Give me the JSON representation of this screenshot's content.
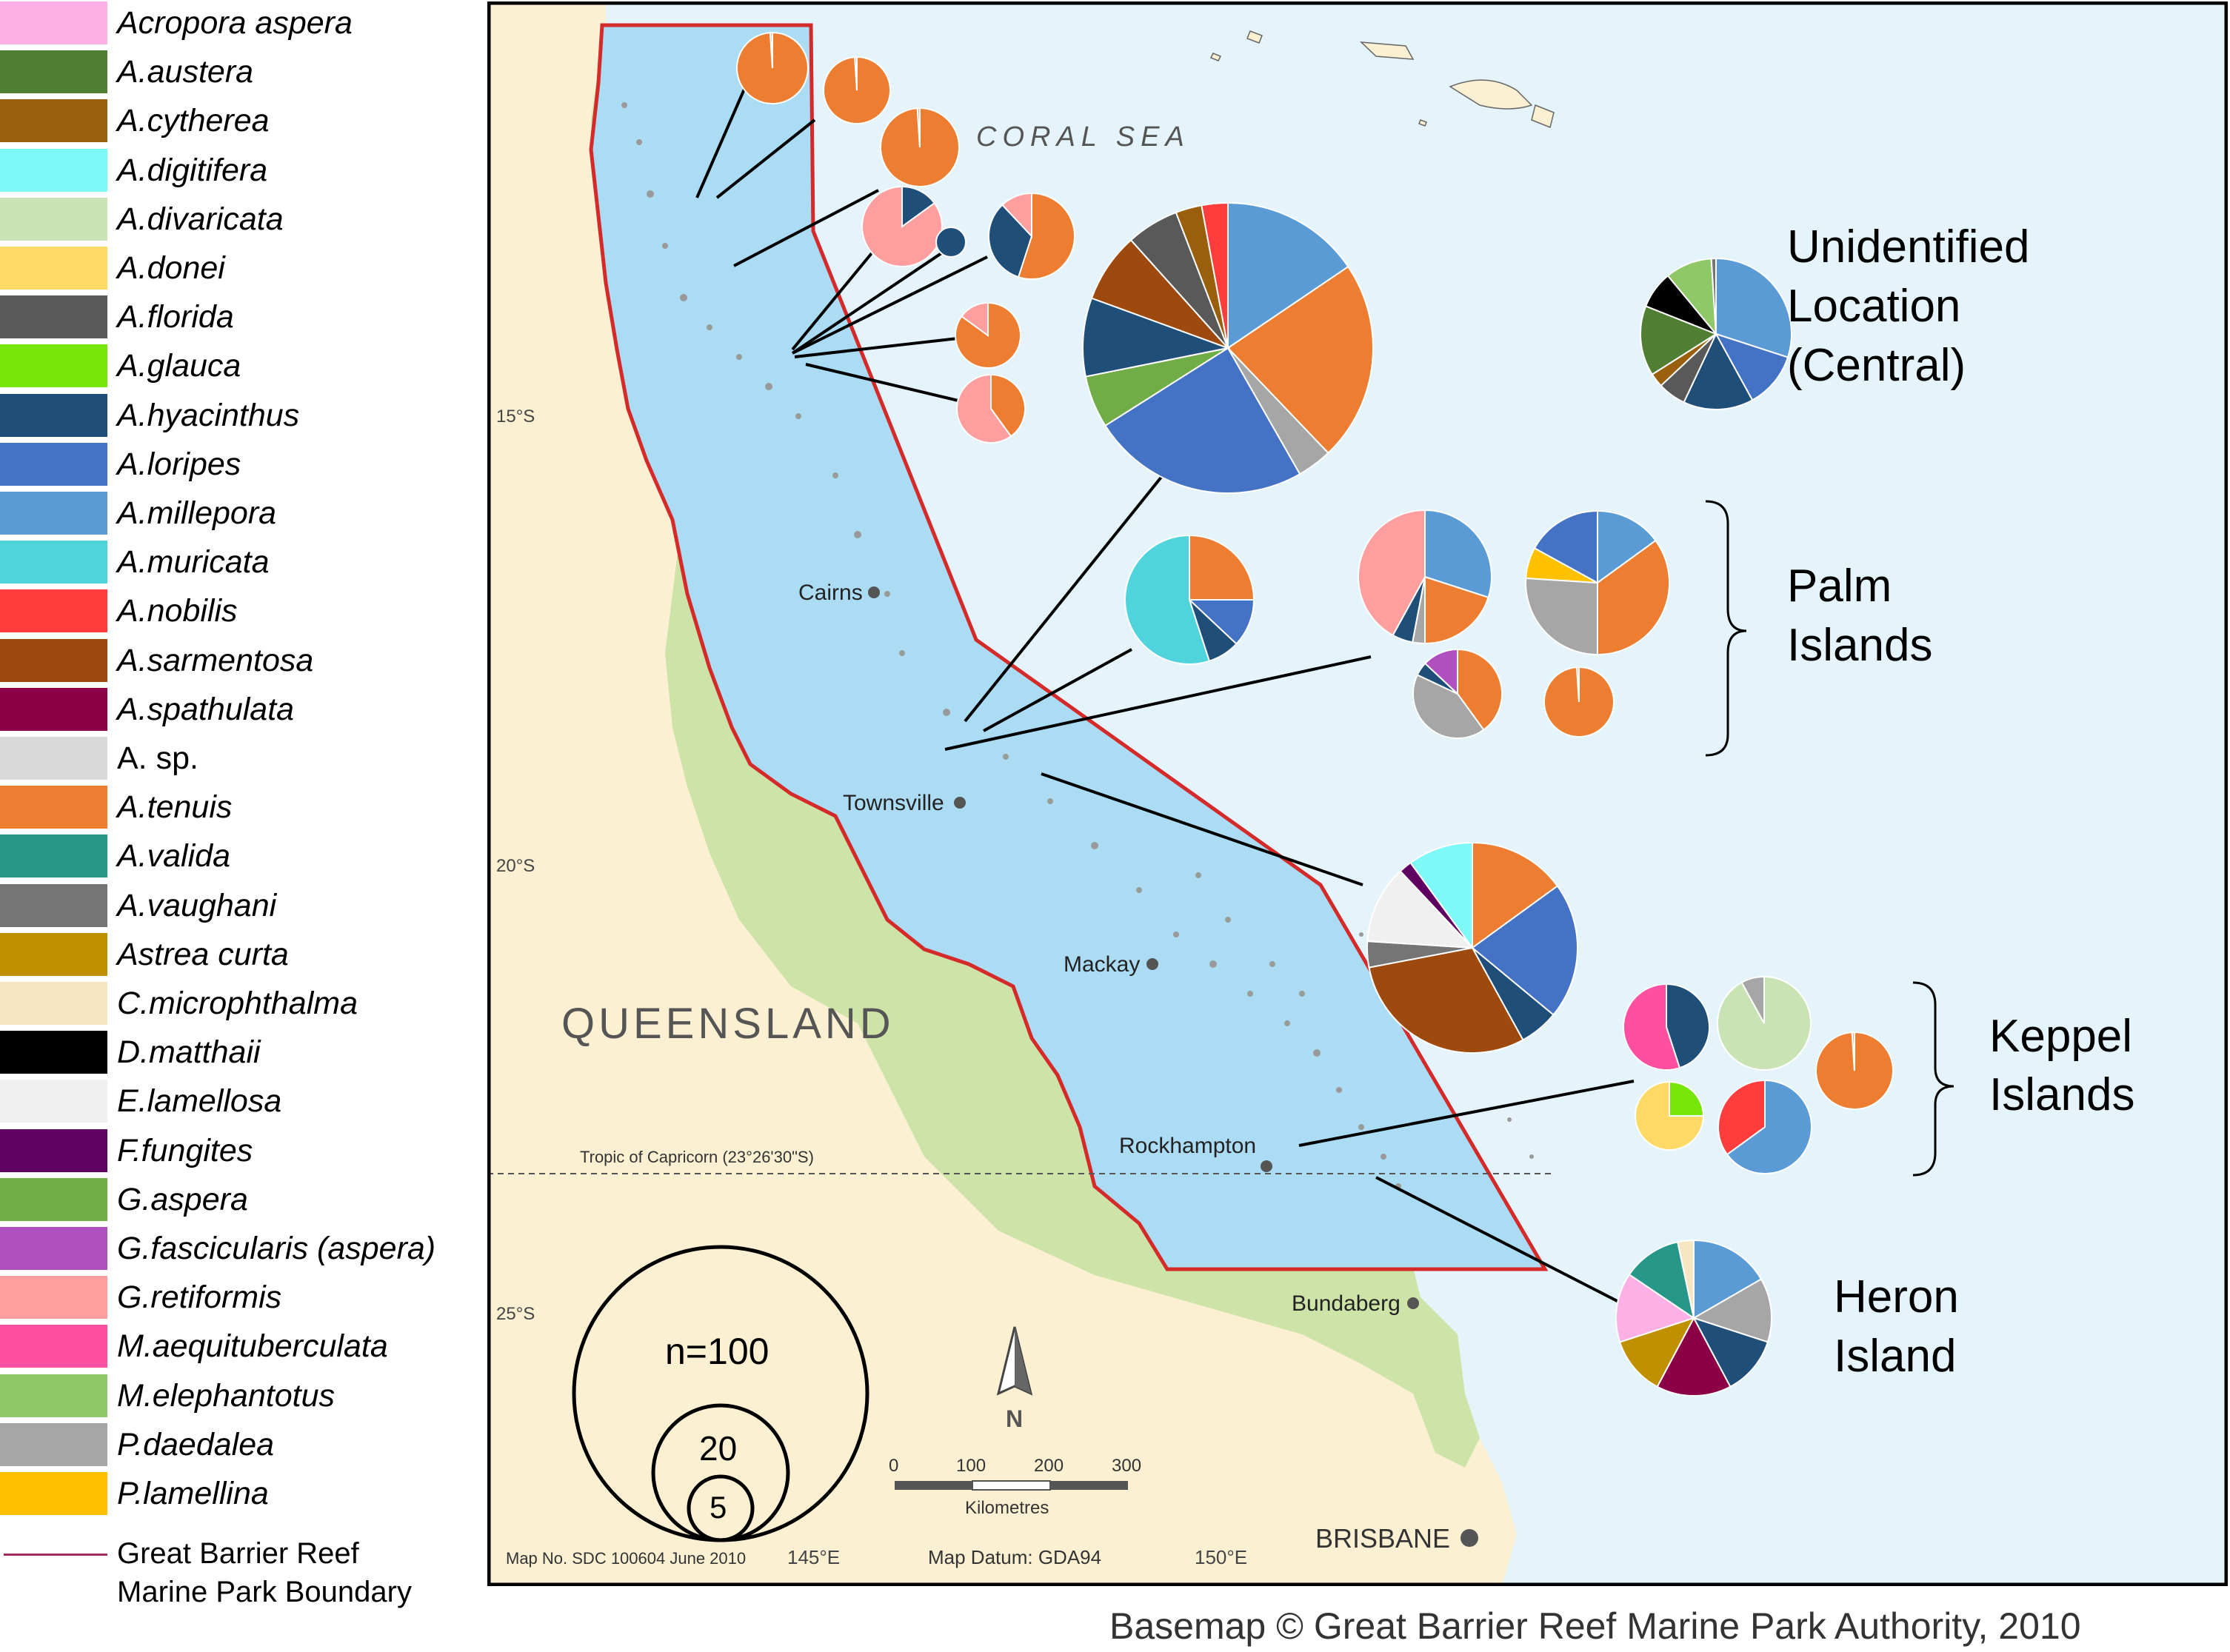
{
  "legend": {
    "items": [
      {
        "label": "Acropora aspera",
        "color": "#fdb0e6"
      },
      {
        "label": "A.austera",
        "color": "#507e33"
      },
      {
        "label": "A.cytherea",
        "color": "#9a5f0c"
      },
      {
        "label": "A.digitifera",
        "color": "#7dfaf8"
      },
      {
        "label": "A.divaricata",
        "color": "#c9e3b5"
      },
      {
        "label": "A.donei",
        "color": "#ffd966"
      },
      {
        "label": "A.florida",
        "color": "#595959"
      },
      {
        "label": "A.glauca",
        "color": "#77e60a"
      },
      {
        "label": "A.hyacinthus",
        "color": "#1f4e79"
      },
      {
        "label": "A.loripes",
        "color": "#4472c4"
      },
      {
        "label": "A.millepora",
        "color": "#5b9bd5"
      },
      {
        "label": "A.muricata",
        "color": "#4fd4dc"
      },
      {
        "label": "A.nobilis",
        "color": "#ff3d3d"
      },
      {
        "label": "A.sarmentosa",
        "color": "#9e4a0f"
      },
      {
        "label": "A.spathulata",
        "color": "#8b0046"
      },
      {
        "label": "A. sp.",
        "color": "#d9d9d9"
      },
      {
        "label": "A.tenuis",
        "color": "#ed7d31"
      },
      {
        "label": "A.valida",
        "color": "#279789"
      },
      {
        "label": "A.vaughani",
        "color": "#757575"
      },
      {
        "label": "Astrea curta",
        "color": "#bf9000"
      },
      {
        "label": "C.microphthalma",
        "color": "#f7e6c2"
      },
      {
        "label": "D.matthaii",
        "color": "#000000"
      },
      {
        "label": "E.lamellosa",
        "color": "#f0f0f0"
      },
      {
        "label": "F.fungites",
        "color": "#600060"
      },
      {
        "label": "G.aspera",
        "color": "#70ad47"
      },
      {
        "label": "G.fascicularis (aspera)",
        "color": "#b04fc0"
      },
      {
        "label": "G.retiformis",
        "color": "#ff9e9e"
      },
      {
        "label": "M.aequituberculata",
        "color": "#ff4fa0"
      },
      {
        "label": "M.elephantotus",
        "color": "#8fc866"
      },
      {
        "label": "P.daedalea",
        "color": "#a6a6a6"
      },
      {
        "label": "P.lamellina",
        "color": "#ffc000"
      }
    ],
    "boundary_line1": "Great Barrier Reef",
    "boundary_line2": "Marine Park Boundary",
    "boundary_color": "#a0285a"
  },
  "map": {
    "sea_label": "CORAL SEA",
    "state_label": "QUEENSLAND",
    "tropic_label": "Tropic of Capricorn (23°26'30\"S)",
    "latitudes": [
      "15°S",
      "20°S",
      "25°S"
    ],
    "longitudes": [
      "145°E",
      "150°E"
    ],
    "cities": [
      "Cairns",
      "Townsville",
      "Mackay",
      "Rockhampton",
      "Bundaberg",
      "BRISBANE"
    ],
    "map_no": "Map No. SDC 100604 June 2010",
    "datum": "Map Datum: GDA94",
    "north": "N",
    "scale": {
      "ticks": [
        "0",
        "100",
        "200",
        "300"
      ],
      "unit": "Kilometres"
    },
    "size_key": [
      "n=100",
      "20",
      "5"
    ],
    "groups": {
      "unidentified": [
        "Unidentified",
        "Location",
        "(Central)"
      ],
      "palm": [
        "Palm",
        "Islands"
      ],
      "keppel": [
        "Keppel",
        "Islands"
      ],
      "heron": [
        "Heron",
        "Island"
      ]
    },
    "colors": {
      "land": "#fbf0d2",
      "park_land": "#cde3a8",
      "sea": "#e5f4fb",
      "park": "#abdcf4",
      "boundary": "#d42a2a"
    }
  },
  "pies": [
    {
      "slices": [
        {
          "species": "A.tenuis",
          "value": 99
        },
        {
          "species": "G.retiformis",
          "value": 1
        }
      ]
    },
    {
      "slices": [
        {
          "species": "A.tenuis",
          "value": 99
        },
        {
          "species": "G.retiformis",
          "value": 1
        }
      ]
    },
    {
      "slices": [
        {
          "species": "A.tenuis",
          "value": 99
        },
        {
          "species": "G.retiformis",
          "value": 1
        }
      ]
    },
    {
      "slices": [
        {
          "species": "A.hyacinthus",
          "value": 15
        },
        {
          "species": "G.retiformis",
          "value": 85
        }
      ]
    },
    {
      "slices": [
        {
          "species": "A.hyacinthus",
          "value": 100
        }
      ]
    },
    {
      "slices": [
        {
          "species": "A.tenuis",
          "value": 55
        },
        {
          "species": "A.hyacinthus",
          "value": 33
        },
        {
          "species": "G.retiformis",
          "value": 12
        }
      ]
    },
    {
      "slices": [
        {
          "species": "A.tenuis",
          "value": 85
        },
        {
          "species": "G.retiformis",
          "value": 15
        }
      ]
    },
    {
      "slices": [
        {
          "species": "A.tenuis",
          "value": 40
        },
        {
          "species": "G.retiformis",
          "value": 60
        }
      ]
    },
    {
      "slices": [
        {
          "species": "A.millepora",
          "value": 16
        },
        {
          "species": "A.tenuis",
          "value": 23
        },
        {
          "species": "P.daedalea",
          "value": 4
        },
        {
          "species": "A.loripes",
          "value": 25
        },
        {
          "species": "G.aspera",
          "value": 6
        },
        {
          "species": "A.hyacinthus",
          "value": 9
        },
        {
          "species": "A.sarmentosa",
          "value": 8
        },
        {
          "species": "A.florida",
          "value": 6
        },
        {
          "species": "A.cytherea",
          "value": 3
        },
        {
          "species": "A.nobilis",
          "value": 3
        }
      ]
    },
    {
      "slices": [
        {
          "species": "A.millepora",
          "value": 30
        },
        {
          "species": "A.loripes",
          "value": 12
        },
        {
          "species": "A.hyacinthus",
          "value": 15
        },
        {
          "species": "A.florida",
          "value": 6
        },
        {
          "species": "A.cytherea",
          "value": 3
        },
        {
          "species": "A.austera",
          "value": 15
        },
        {
          "species": "D.matthaii",
          "value": 8
        },
        {
          "species": "M.elephantotus",
          "value": 10
        },
        {
          "species": "A.vaughani",
          "value": 1
        }
      ]
    },
    {
      "slices": [
        {
          "species": "A.tenuis",
          "value": 25
        },
        {
          "species": "A.loripes",
          "value": 12
        },
        {
          "species": "A.hyacinthus",
          "value": 8
        },
        {
          "species": "A.muricata",
          "value": 55
        }
      ]
    },
    {
      "slices": [
        {
          "species": "A.millepora",
          "value": 30
        },
        {
          "species": "A.tenuis",
          "value": 20
        },
        {
          "species": "P.daedalea",
          "value": 3
        },
        {
          "species": "A.hyacinthus",
          "value": 5
        },
        {
          "species": "G.retiformis",
          "value": 42
        }
      ]
    },
    {
      "slices": [
        {
          "species": "A.millepora",
          "value": 15
        },
        {
          "species": "A.tenuis",
          "value": 35
        },
        {
          "species": "P.daedalea",
          "value": 26
        },
        {
          "species": "P.lamellina",
          "value": 7
        },
        {
          "species": "A.loripes",
          "value": 17
        }
      ]
    },
    {
      "slices": [
        {
          "species": "A.tenuis",
          "value": 40
        },
        {
          "species": "P.daedalea",
          "value": 42
        },
        {
          "species": "A.hyacinthus",
          "value": 5
        },
        {
          "species": "G.fascicularis (aspera)",
          "value": 13
        }
      ]
    },
    {
      "slices": [
        {
          "species": "A.tenuis",
          "value": 99
        },
        {
          "species": "G.retiformis",
          "value": 1
        }
      ]
    },
    {
      "slices": [
        {
          "species": "A.tenuis",
          "value": 15
        },
        {
          "species": "A.loripes",
          "value": 21
        },
        {
          "species": "A.hyacinthus",
          "value": 6
        },
        {
          "species": "A.sarmentosa",
          "value": 30
        },
        {
          "species": "A.vaughani",
          "value": 4
        },
        {
          "species": "E.lamellosa",
          "value": 12
        },
        {
          "species": "F.fungites",
          "value": 2
        },
        {
          "species": "A.digitifera",
          "value": 10
        }
      ]
    },
    {
      "slices": [
        {
          "species": "A.hyacinthus",
          "value": 45
        },
        {
          "species": "M.aequituberculata",
          "value": 55
        }
      ]
    },
    {
      "slices": [
        {
          "species": "A.divaricata",
          "value": 92
        },
        {
          "species": "P.daedalea",
          "value": 8
        }
      ]
    },
    {
      "slices": [
        {
          "species": "A.tenuis",
          "value": 99
        },
        {
          "species": "G.retiformis",
          "value": 1
        }
      ]
    },
    {
      "slices": [
        {
          "species": "A.glauca",
          "value": 25
        },
        {
          "species": "A.donei",
          "value": 75
        }
      ]
    },
    {
      "slices": [
        {
          "species": "A.millepora",
          "value": 65
        },
        {
          "species": "A.nobilis",
          "value": 35
        }
      ]
    },
    {
      "slices": [
        {
          "species": "A.millepora",
          "value": 15
        },
        {
          "species": "P.daedalea",
          "value": 12
        },
        {
          "species": "A.hyacinthus",
          "value": 11
        },
        {
          "species": "A.spathulata",
          "value": 14
        },
        {
          "species": "Astrea curta",
          "value": 11
        },
        {
          "species": "Acropora aspera",
          "value": 13
        },
        {
          "species": "A.valida",
          "value": 11
        },
        {
          "species": "C.microphthalma",
          "value": 3
        }
      ]
    }
  ],
  "credit": "Basemap © Great Barrier Reef Marine Park Authority, 2010"
}
